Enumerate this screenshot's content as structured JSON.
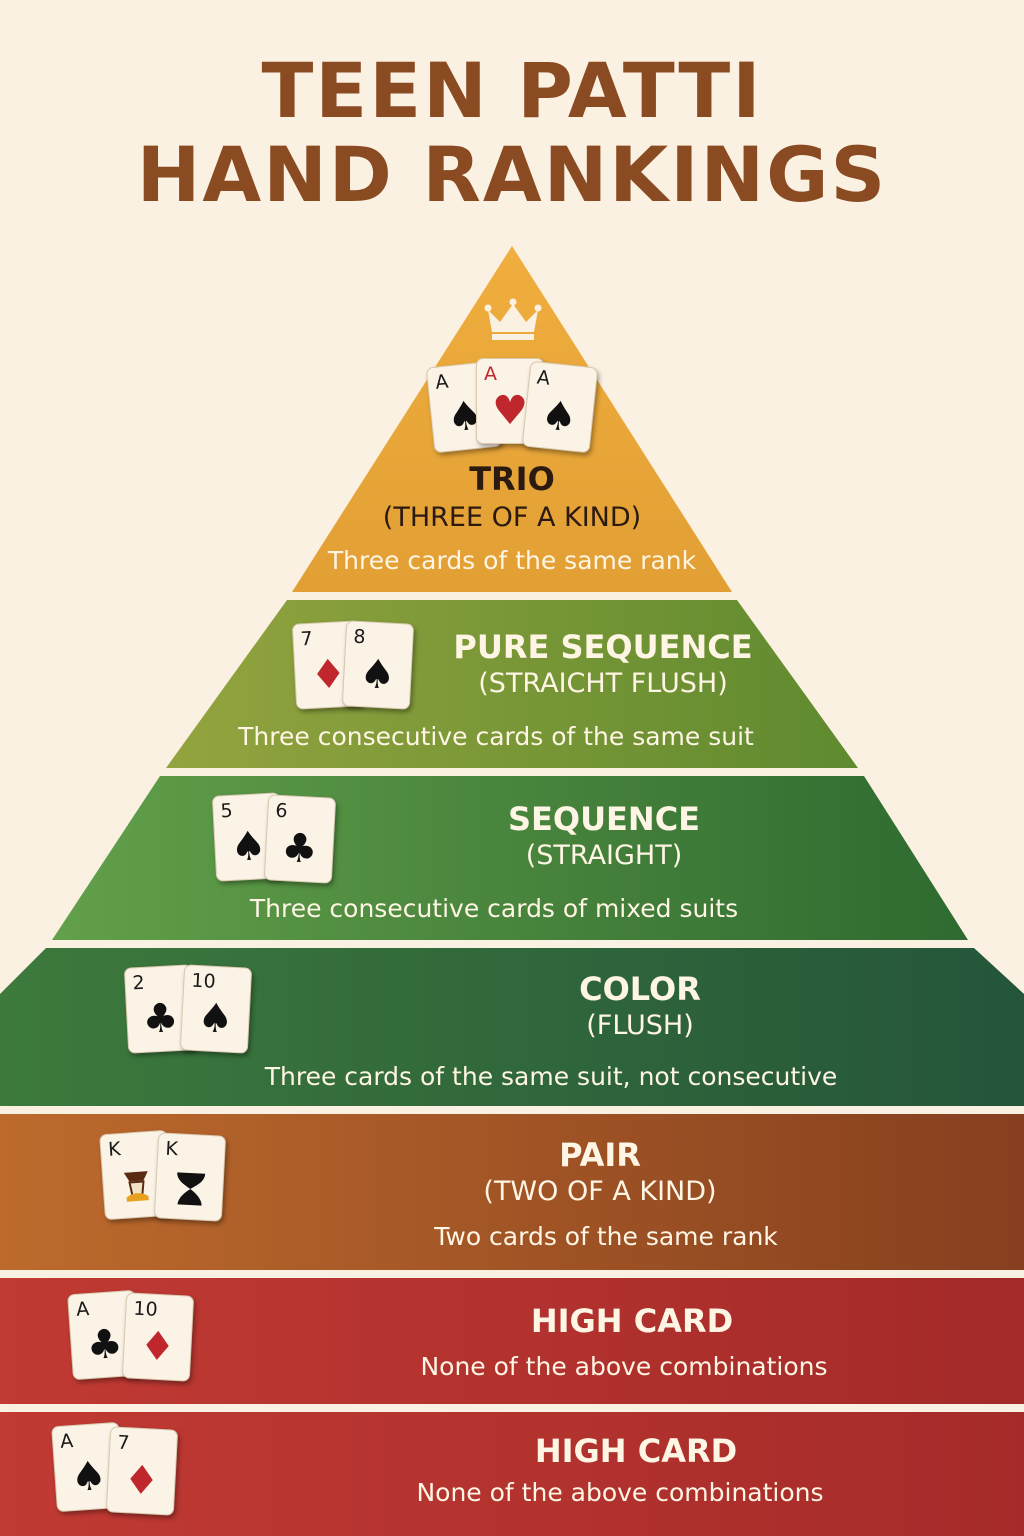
{
  "title": {
    "line1": "TEEN PATTI",
    "line2": "HAND RANKINGS"
  },
  "colors": {
    "background": "#fbf1e2",
    "title": "#8a4a22",
    "tier_trio": "#e7a53a",
    "tier_pure_sequence": "#7f9a3a",
    "tier_sequence": "#4f8a3b",
    "tier_color": "#2f6b3a",
    "tier_pair": "#9a4f22",
    "tier_high_card": "#b8322c"
  },
  "tiers": [
    {
      "name": "TRIO",
      "alt": "(THREE OF A KIND)",
      "desc": "Three cards of the same rank",
      "cards": [
        {
          "rank": "A",
          "suit": "spade"
        },
        {
          "rank": "A",
          "suit": "heart"
        },
        {
          "rank": "A",
          "suit": "spade"
        }
      ],
      "icon": "crown-icon"
    },
    {
      "name": "PURE SEQUENCE",
      "alt": "(STRAICHT FLUSH)",
      "desc": "Three consecutive cards of the same suit",
      "cards": [
        {
          "rank": "7",
          "suit": "diamond"
        },
        {
          "rank": "8",
          "suit": "spade"
        }
      ]
    },
    {
      "name": "SEQUENCE",
      "alt": "(STRAIGHT)",
      "desc": "Three consecutive cards of mixed suits",
      "cards": [
        {
          "rank": "5",
          "suit": "spade"
        },
        {
          "rank": "6",
          "suit": "club"
        }
      ]
    },
    {
      "name": "COLOR",
      "alt": "(FLUSH)",
      "desc": "Three cards of the same suit, not consecutive",
      "cards": [
        {
          "rank": "2",
          "suit": "club"
        },
        {
          "rank": "10",
          "suit": "spade"
        }
      ]
    },
    {
      "name": "PAIR",
      "alt": "(TWO OF A KIND)",
      "desc": "Two cards of the same rank",
      "cards": [
        {
          "rank": "K",
          "suit": "king-figure"
        },
        {
          "rank": "K",
          "suit": "spade-hourglass"
        }
      ]
    },
    {
      "name": "HIGH CARD",
      "desc": "None of the above combinations",
      "cards": [
        {
          "rank": "A",
          "suit": "club"
        },
        {
          "rank": "10",
          "suit": "diamond"
        }
      ]
    },
    {
      "name": "HIGH CARD",
      "desc": "None of the above combinations",
      "cards": [
        {
          "rank": "A",
          "suit": "spade"
        },
        {
          "rank": "7",
          "suit": "diamond"
        }
      ]
    }
  ]
}
